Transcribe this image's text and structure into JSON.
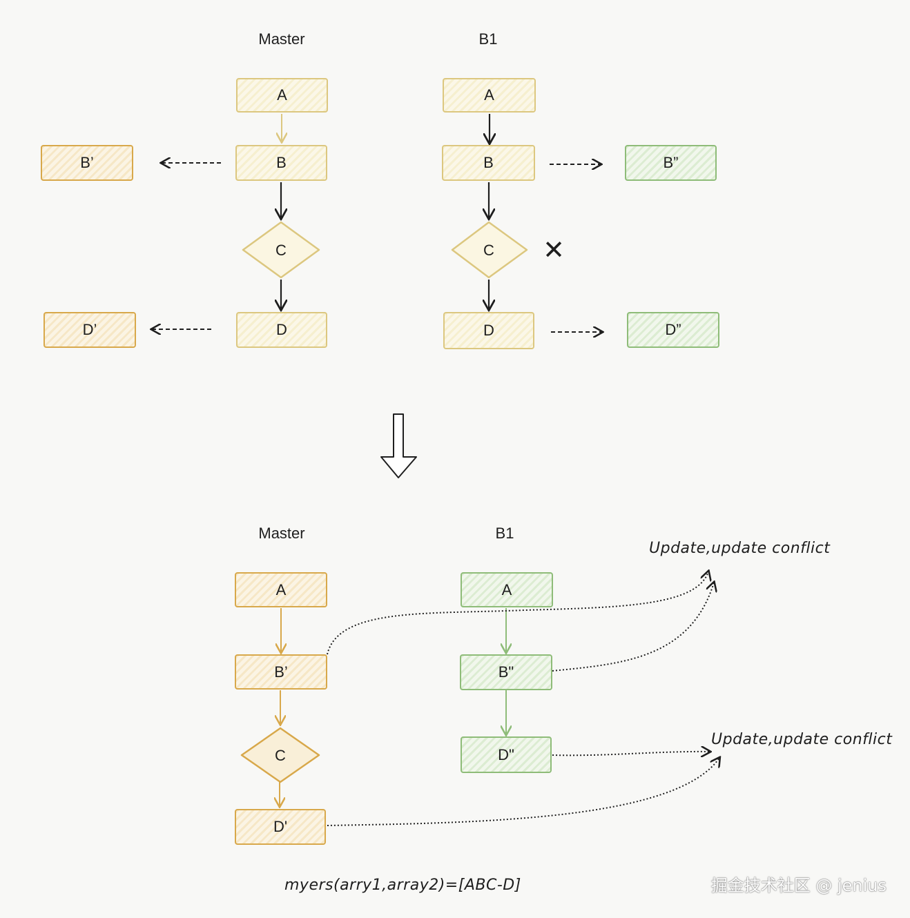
{
  "top": {
    "master": {
      "title": "Master",
      "a": "A",
      "b": "B",
      "c": "C",
      "d": "D",
      "b_mod": "B’",
      "d_mod": "D’"
    },
    "b1": {
      "title": "B1",
      "a": "A",
      "b": "B",
      "c": "C",
      "d": "D",
      "b_mod": "B”",
      "d_mod": "D”",
      "delete_mark": "✕"
    }
  },
  "bottom": {
    "master": {
      "title": "Master",
      "a": "A",
      "b": "B’",
      "c": "C",
      "d": "D'"
    },
    "b1": {
      "title": "B1",
      "a": "A",
      "b": "B\"",
      "d": "D\""
    },
    "conflict_1": "Update,update conflict",
    "conflict_2": "Update,update conflict"
  },
  "formula": "myers(arry1,array2)=[ABC-D]",
  "watermark": "掘金技术社区 @ jenius",
  "colors": {
    "yellow_stroke": "#dcc77f",
    "orange_stroke": "#d8a84a",
    "green_stroke": "#8ebc78",
    "ink": "#1e1e1e"
  }
}
